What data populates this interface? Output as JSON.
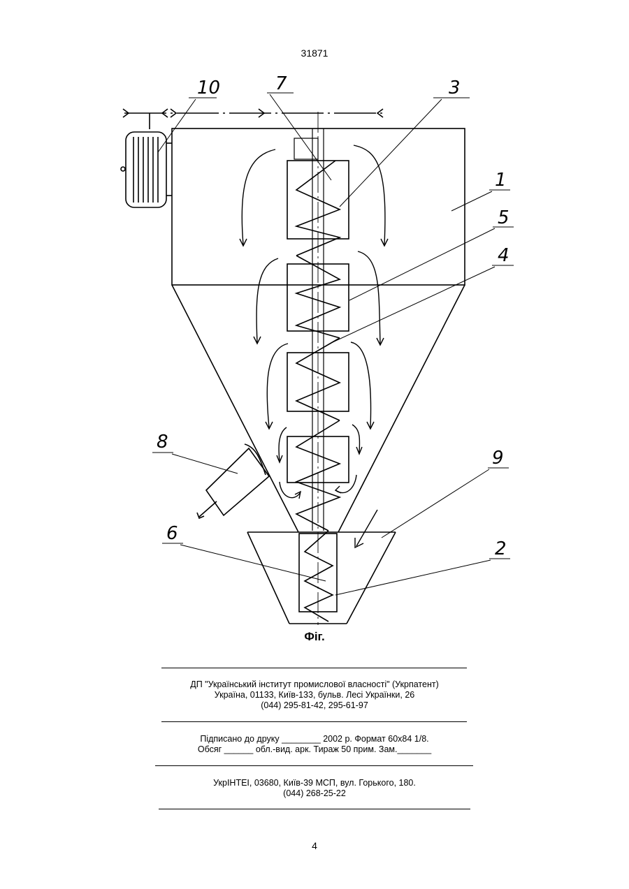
{
  "header": {
    "doc_number": "31871"
  },
  "figure": {
    "labels": {
      "n1": "1",
      "n2": "2",
      "n3": "3",
      "n4": "4",
      "n5": "5",
      "n6": "6",
      "n7": "7",
      "n8": "8",
      "n9": "9",
      "n10": "10"
    },
    "caption": "Фіг."
  },
  "publisher": {
    "line1": "ДП \"Український інститут промислової власності\" (Укрпатент)",
    "line2": "Україна, 01133, Київ-133, бульв. Лесі Українки, 26",
    "line3": "(044) 295-81-42, 295-61-97"
  },
  "print_info": {
    "line1": "Підписано до друку ________ 2002 р.    Формат 60х84 1/8.",
    "line2": "Обсяг ______ обл.-вид. арк.   Тираж 50 прим.    Зам._______"
  },
  "printer": {
    "line1": "УкрІНТЕІ, 03680, Київ-39 МСП, вул. Горького, 180.",
    "line2": "(044) 268-25-22"
  },
  "footer": {
    "page_number": "4"
  }
}
